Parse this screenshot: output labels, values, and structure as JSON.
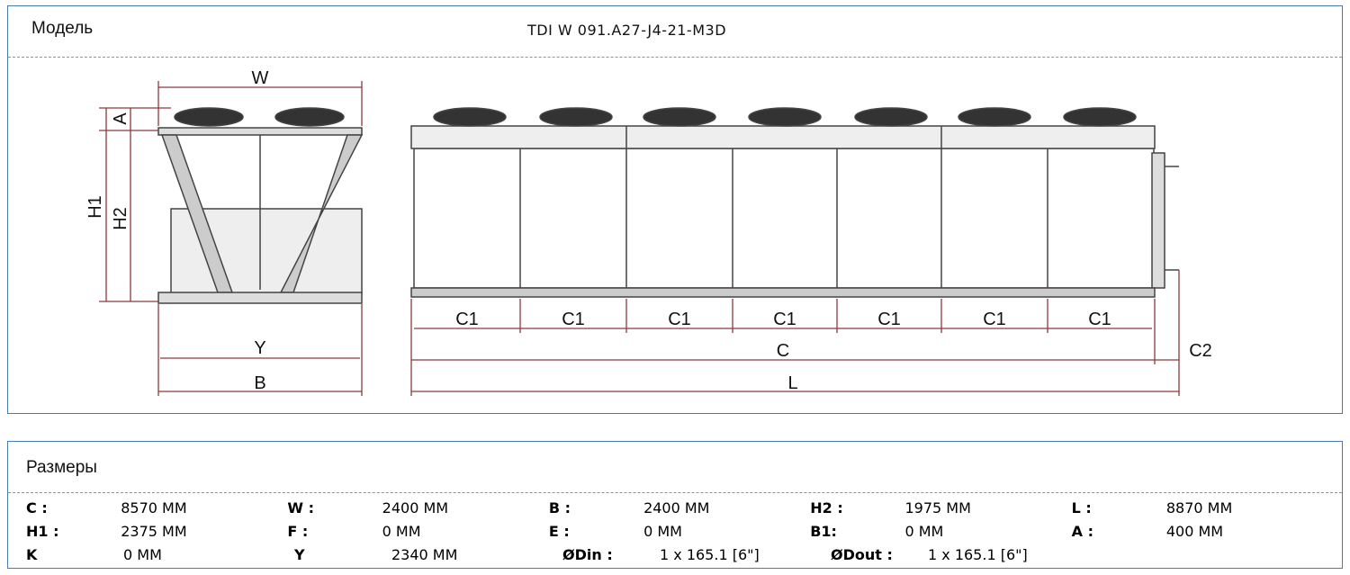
{
  "header": {
    "model_label": "Модель",
    "model_value": "TDI W 091.A27-J4-21-M3D"
  },
  "drawing": {
    "labels": {
      "W": "W",
      "A": "A",
      "H1": "H1",
      "H2": "H2",
      "Y": "Y",
      "B": "B",
      "C1": "C1",
      "C": "C",
      "C2": "C2",
      "L": "L"
    }
  },
  "dimensions": {
    "title": "Размеры",
    "rows": [
      [
        {
          "k": "C :",
          "v": "8570 MM"
        },
        {
          "k": "W :",
          "v": "2400 MM"
        },
        {
          "k": "B :",
          "v": "2400 MM"
        },
        {
          "k": "H2 :",
          "v": "1975 MM"
        },
        {
          "k": "L :",
          "v": "8870 MM"
        }
      ],
      [
        {
          "k": "H1 :",
          "v": "2375 MM"
        },
        {
          "k": "F :",
          "v": "0 MM"
        },
        {
          "k": "E :",
          "v": "0 MM"
        },
        {
          "k": "B1:",
          "v": "0 MM"
        },
        {
          "k": "A :",
          "v": "400 MM"
        }
      ],
      [
        {
          "k": "K",
          "v": "0 MM"
        },
        {
          "k": "Y",
          "v": "2340 MM"
        },
        {
          "k": "ØDin :",
          "v": "1 x 165.1 [6\"]"
        },
        {
          "k": "ØDout :",
          "v": "1 x 165.1 [6\"]"
        }
      ]
    ]
  },
  "colors": {
    "border": "#4a7ab5",
    "dim": "#8b3a3a"
  }
}
